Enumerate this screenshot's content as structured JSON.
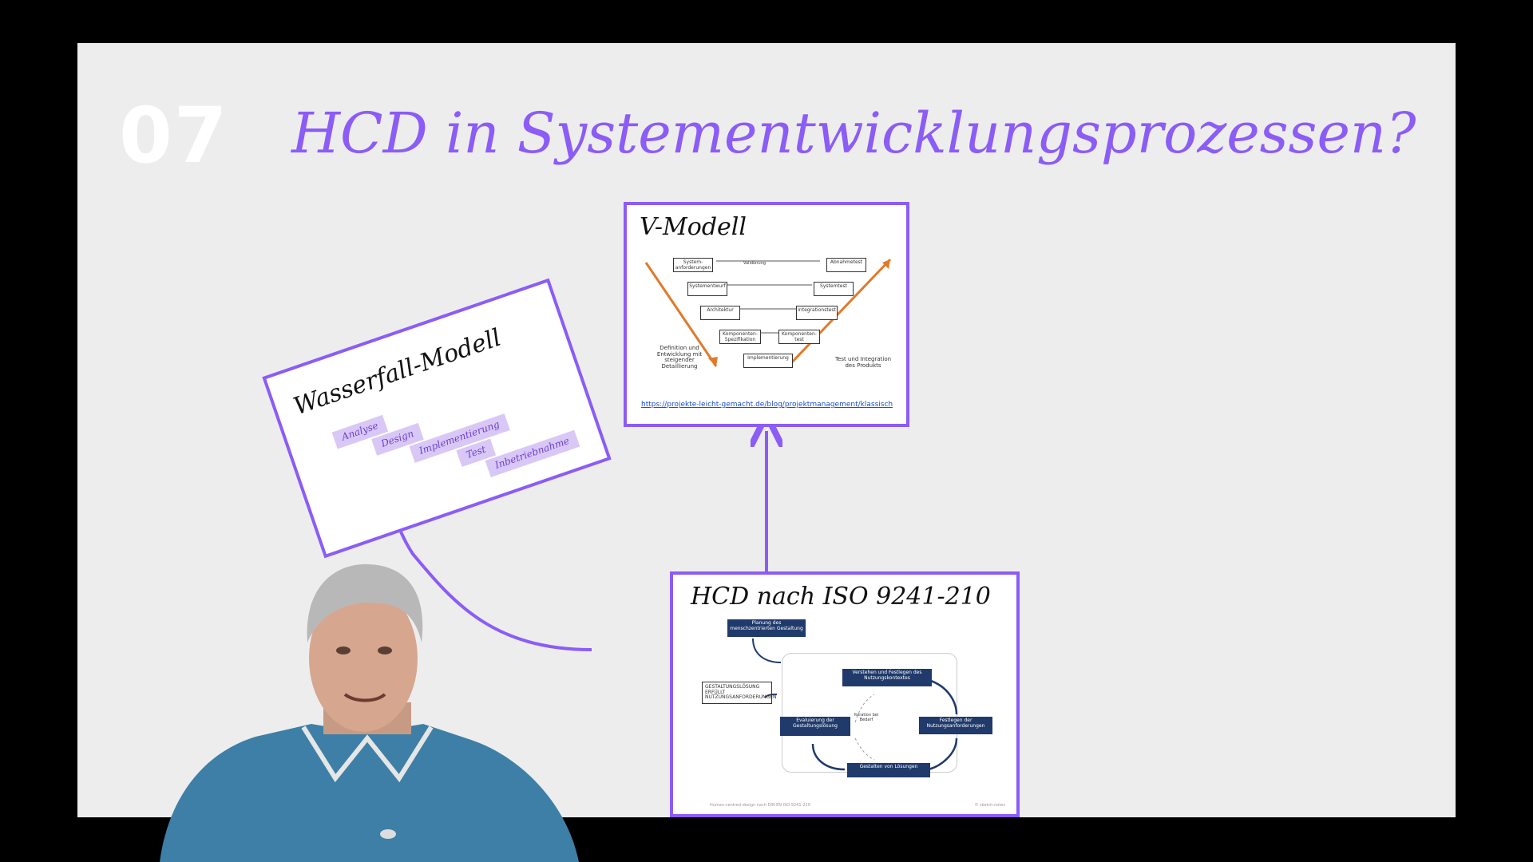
{
  "slide": {
    "number": "07",
    "title": "HCD in Systementwicklungsprozessen?",
    "accent_color": "#8b5cf6"
  },
  "v_model": {
    "title": "V-Modell",
    "boxes_left": [
      "System-anforderungen",
      "Systementwurf",
      "Architektur",
      "Komponenten-Spezifikation"
    ],
    "boxes_right": [
      "Abnahmetest",
      "Systemtest",
      "Integrationstest",
      "Komponenten-test"
    ],
    "box_bottom": "Implementierung",
    "relation_label": "Validierung",
    "note_left": "Definition und Entwicklung mit steigender Detaillierung",
    "note_right": "Test und Integration des Produkts",
    "link": "https://projekte-leicht-gemacht.de/blog/projektmanagement/klassisch"
  },
  "waterfall": {
    "title": "Wasserfall-Modell",
    "steps": [
      "Analyse",
      "Design",
      "Implementierung",
      "Test",
      "Inbetriebnahme"
    ]
  },
  "hcd": {
    "title": "HCD nach ISO 9241-210",
    "plan": "Planung des menschzentrierten Gestaltung",
    "context": "Verstehen und Festlegen des Nutzungskontextes",
    "requirements": "Festlegen der Nutzungsanforderungen",
    "solutions": "Gestalten von Lösungen",
    "evaluation": "Evaluierung der Gestaltungslösung",
    "iteration": "Iteration bei Bedarf",
    "badge": "GESTALTUNGSLÖSUNG ERFÜLLT NUTZUNGSANFORDERUNGEN",
    "footer_left": "Human-centred design nach DIN EN ISO 9241-210",
    "footer_right": "© sketch-notes"
  },
  "presenter": {
    "hair_color": "#b8b8b8",
    "shirt_color": "#3d7fa6"
  }
}
